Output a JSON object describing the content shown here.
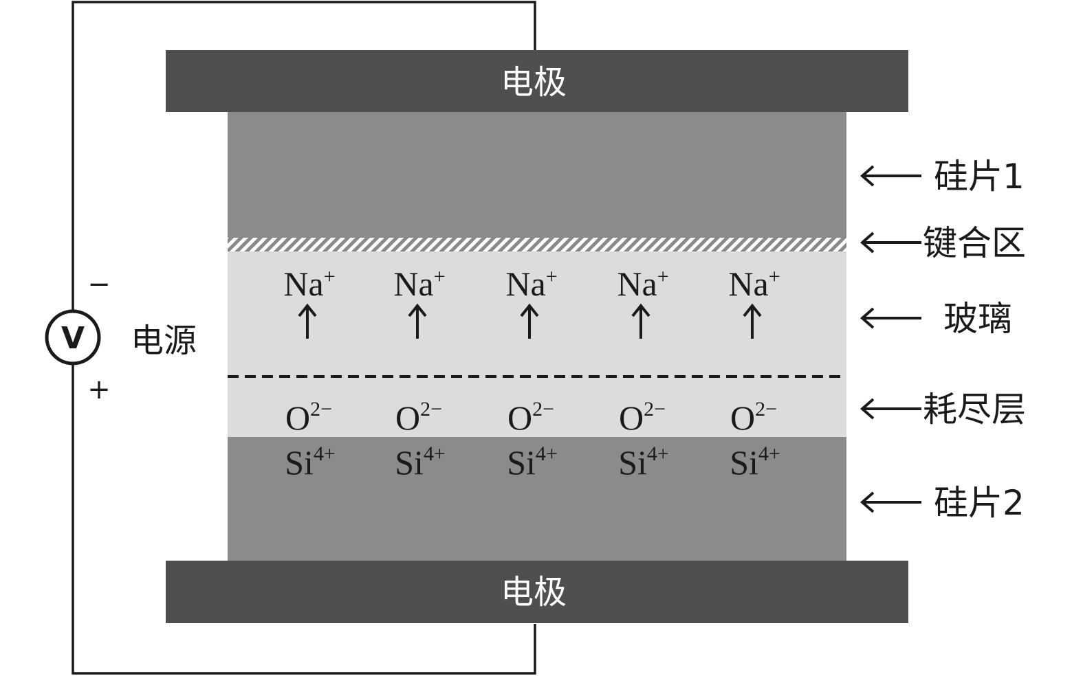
{
  "electrode_label": "电极",
  "power_supply": {
    "label": "电源",
    "meter_symbol": "V",
    "negative_sign": "−",
    "positive_sign": "+"
  },
  "layers": [
    {
      "id": "wafer1",
      "label": "硅片1",
      "color": "#8c8b8b"
    },
    {
      "id": "bond",
      "label": "键合区"
    },
    {
      "id": "glass",
      "label": "玻璃",
      "color": "#dcdcdc"
    },
    {
      "id": "depletion",
      "label": "耗尽层",
      "color": "#dcdcdc"
    },
    {
      "id": "wafer2",
      "label": "硅片2",
      "color": "#8c8b8b"
    }
  ],
  "ions": {
    "na": {
      "base": "Na",
      "sup": "+"
    },
    "o": {
      "base": "O",
      "sup": "2−"
    },
    "si": {
      "base": "Si",
      "sup": "4+"
    },
    "columns": 5
  },
  "colors": {
    "electrode": "#504f4e",
    "electrode_text": "#ffffff",
    "wire": "#1a1a1a"
  }
}
